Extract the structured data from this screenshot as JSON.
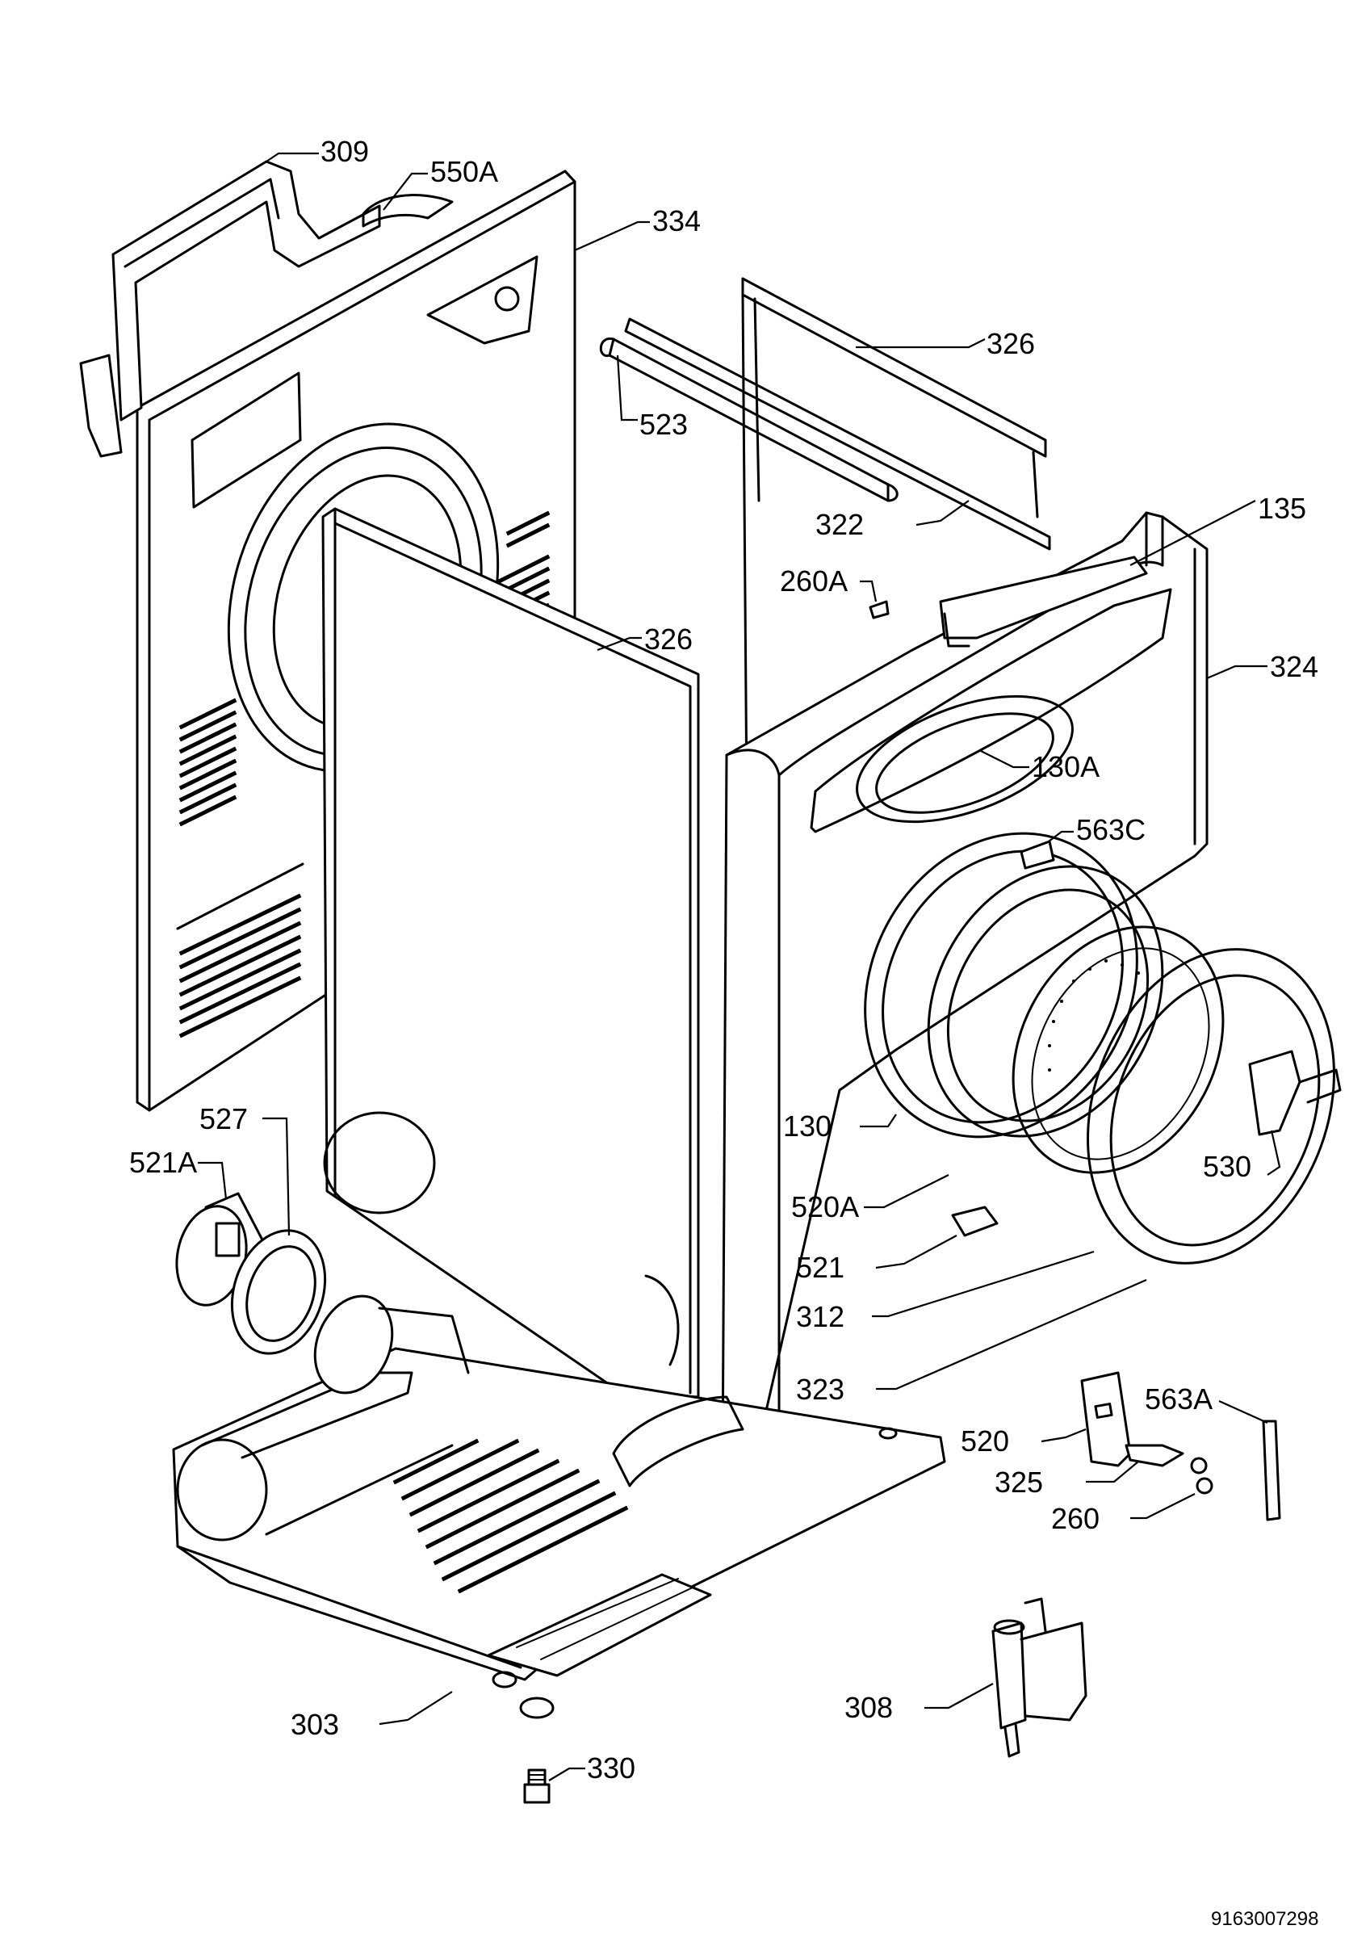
{
  "labels": {
    "l309": "309",
    "l550a": "550A",
    "l334": "334",
    "l326_top": "326",
    "l523": "523",
    "l322": "322",
    "l135": "135",
    "l260a": "260A",
    "l326_mid": "326",
    "l324": "324",
    "l130a": "130A",
    "l563c": "563C",
    "l527": "527",
    "l521a": "521A",
    "l130": "130",
    "l530": "530",
    "l520a": "520A",
    "l521": "521",
    "l312": "312",
    "l323": "323",
    "l563a": "563A",
    "l520": "520",
    "l325": "325",
    "l260": "260",
    "l308": "308",
    "l303": "303",
    "l330": "330"
  },
  "document_number": "9163007298"
}
